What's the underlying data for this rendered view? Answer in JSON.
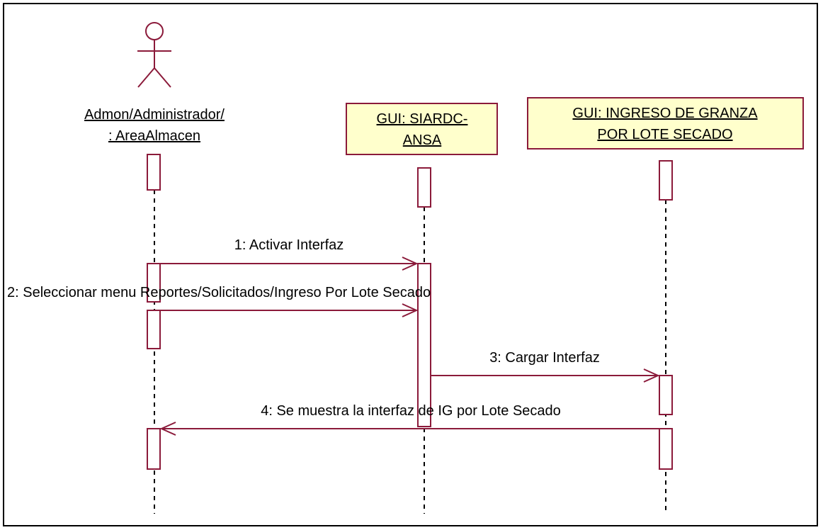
{
  "actor": {
    "name_line1": "Admon/Administrador/",
    "name_line2": ": AreaAlmacen"
  },
  "objects": [
    {
      "line1": "GUI: SIARDC-",
      "line2": "ANSA"
    },
    {
      "line1": "GUI: INGRESO DE GRANZA",
      "line2": "POR LOTE SECADO"
    }
  ],
  "messages": [
    {
      "label": "1: Activar Interfaz"
    },
    {
      "label": "2: Seleccionar menu Reportes/Solicitados/Ingreso Por  Lote Secado"
    },
    {
      "label": "3: Cargar Interfaz"
    },
    {
      "label": "4: Se muestra la interfaz de IG por  Lote Secado"
    }
  ],
  "colors": {
    "stroke": "#8b1a3a",
    "object_fill": "#ffffcc"
  }
}
